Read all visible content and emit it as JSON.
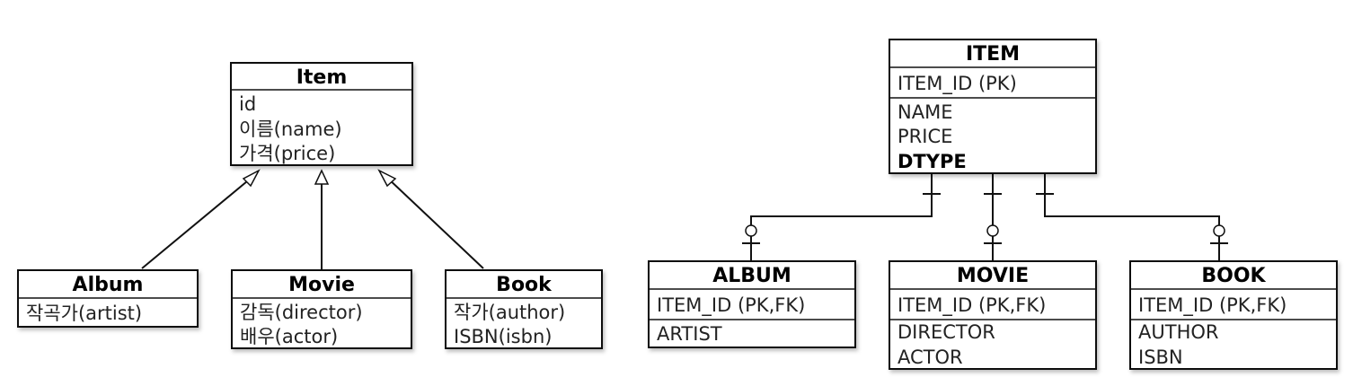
{
  "uml": {
    "item": {
      "name": "Item",
      "attributes": [
        "id",
        "이름(name)",
        "가격(price)"
      ]
    },
    "album": {
      "name": "Album",
      "attributes": [
        "작곡가(artist)"
      ]
    },
    "movie": {
      "name": "Movie",
      "attributes": [
        "감독(director)",
        "배우(actor)"
      ]
    },
    "book": {
      "name": "Book",
      "attributes": [
        "작가(author)",
        "ISBN(isbn)"
      ]
    }
  },
  "erd": {
    "item": {
      "name": "ITEM",
      "key": "ITEM_ID (PK)",
      "columns": [
        "NAME",
        "PRICE"
      ],
      "discriminator": "DTYPE"
    },
    "album": {
      "name": "ALBUM",
      "key": "ITEM_ID (PK,FK)",
      "columns": [
        "ARTIST"
      ]
    },
    "movie": {
      "name": "MOVIE",
      "key": "ITEM_ID (PK,FK)",
      "columns": [
        "DIRECTOR",
        "ACTOR"
      ]
    },
    "book": {
      "name": "BOOK",
      "key": "ITEM_ID (PK,FK)",
      "columns": [
        "AUTHOR",
        "ISBN"
      ]
    }
  }
}
